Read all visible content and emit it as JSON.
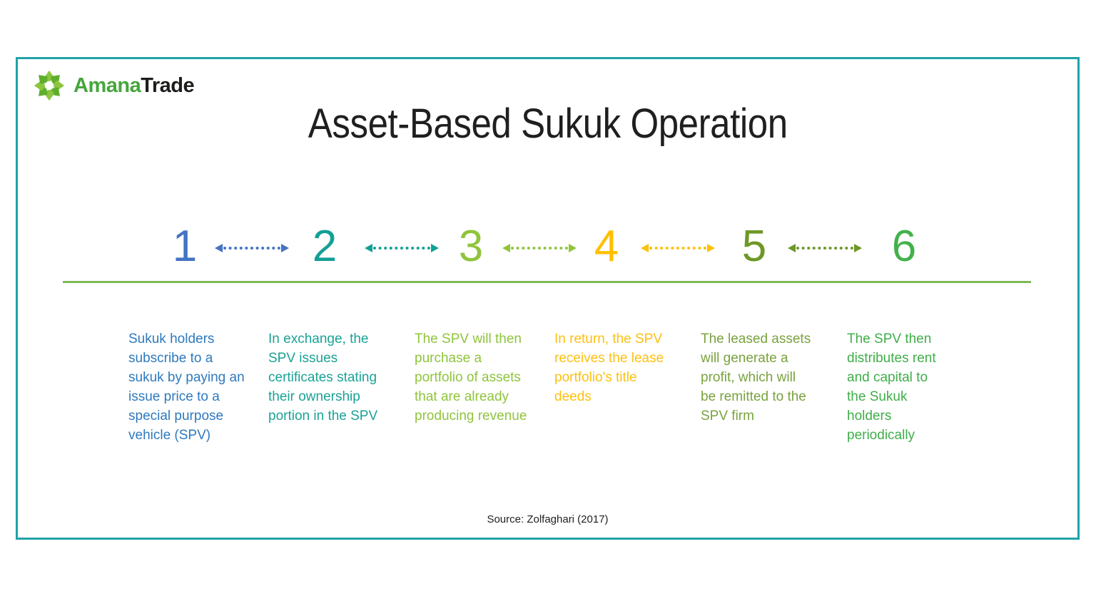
{
  "logo": {
    "brand_part_green": "Amana",
    "brand_part_black": "Trade",
    "green_color": "#46A63C",
    "black_color": "#1D1D1B",
    "icon_colors": {
      "petal_light": "#8CC63E",
      "petal_dark": "#5FAE2C"
    }
  },
  "title": "Asset-Based Sukuk Operation",
  "frame_color": "#1FA3A8",
  "divider_color": "#7CBB55",
  "source": "Source: Zolfaghari (2017)",
  "steps": [
    {
      "number": "1",
      "number_color": "#4472C4",
      "text_color": "#2E79BE",
      "description": "Sukuk holders\nsubscribe to a\nsukuk by paying an\nissue price to a\nspecial purpose\nvehicle (SPV)"
    },
    {
      "number": "2",
      "number_color": "#12A096",
      "text_color": "#1BA296",
      "description": "In exchange, the\nSPV issues\ncertificates stating\ntheir ownership\nportion in the SPV"
    },
    {
      "number": "3",
      "number_color": "#90C43C",
      "text_color": "#8FC43C",
      "description": "The SPV will then\npurchase a\nportfolio of assets\nthat are already\nproducing revenue"
    },
    {
      "number": "4",
      "number_color": "#FFC000",
      "text_color": "#FDC011",
      "description": "In return, the SPV\nreceives the lease\nportfolio's title\ndeeds"
    },
    {
      "number": "5",
      "number_color": "#6D9827",
      "text_color": "#79A23E",
      "description": "The leased assets\nwill generate a\nprofit, which will\nbe remitted to the\nSPV firm"
    },
    {
      "number": "6",
      "number_color": "#43B14B",
      "text_color": "#3FAE49",
      "description": "The SPV then\ndistributes rent\nand capital to\nthe Sukuk\nholders\nperiodically"
    }
  ],
  "arrows": [
    {
      "between": "1-2",
      "color": "#4472C4"
    },
    {
      "between": "2-3",
      "color": "#12A096"
    },
    {
      "between": "3-4",
      "color": "#90C43C"
    },
    {
      "between": "4-5",
      "color": "#FFC107"
    },
    {
      "between": "5-6",
      "color": "#6D9827"
    }
  ]
}
